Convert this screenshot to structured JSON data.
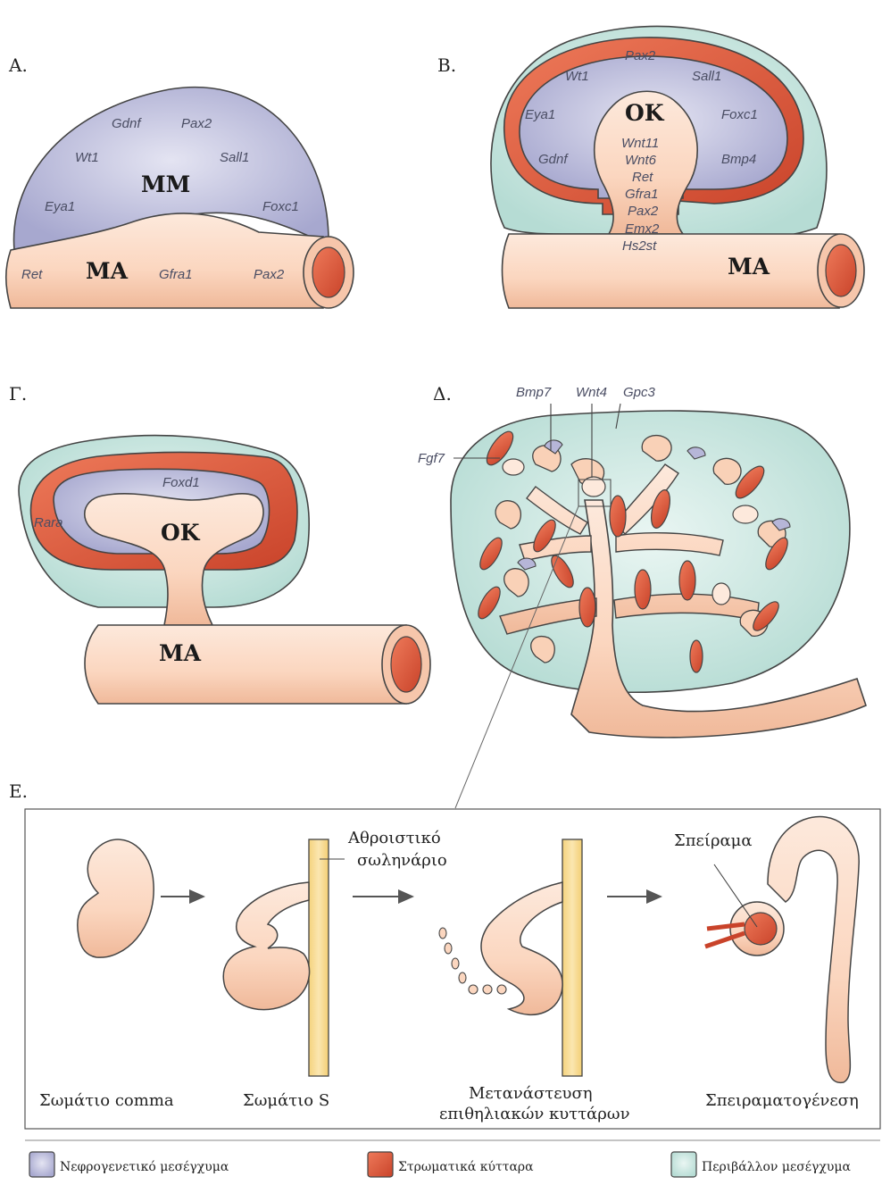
{
  "colors": {
    "metanephric_mesenchyme": "#b6b6d8",
    "stromal_cells": "#e0573a",
    "surrounding_mesenchyme": "#c8e6e0",
    "duct": "#fbd7c0",
    "collecting_duct": "#f8dc94"
  },
  "panels": {
    "a": {
      "letter": "A.",
      "mm_label": "MM",
      "ma_label": "MA",
      "mm_genes": [
        "Gdnf",
        "Pax2",
        "Wt1",
        "Sall1",
        "Eya1",
        "Foxc1"
      ],
      "ma_genes": [
        "Ret",
        "Gfra1",
        "Pax2"
      ]
    },
    "b": {
      "letter": "B.",
      "ok_label": "OK",
      "ma_label": "MA",
      "cap_genes": [
        "Pax2",
        "Wt1",
        "Sall1",
        "Eya1",
        "Foxc1",
        "Gdnf",
        "Bmp4"
      ],
      "stalk_genes": [
        "Wnt11",
        "Wnt6",
        "Ret",
        "Gfra1",
        "Pax2",
        "Emx2",
        "Hs2st"
      ]
    },
    "c": {
      "letter": "Γ.",
      "ok_label": "OK",
      "ma_label": "MA",
      "genes": [
        "Foxd1",
        "Rara"
      ]
    },
    "d": {
      "letter": "Δ.",
      "genes": [
        "Bmp7",
        "Wnt4",
        "Gpc3",
        "Fgf7"
      ]
    },
    "e": {
      "letter": "E.",
      "collecting_duct_label": [
        "Αθροιστικό",
        "σωληνάριο"
      ],
      "glomerulus_label": "Σπείραμα",
      "stages": [
        {
          "caption": [
            "Σωμάτιο comma"
          ]
        },
        {
          "caption": [
            "Σωμάτιο S"
          ]
        },
        {
          "caption": [
            "Μετανάστευση",
            "επιθηλιακών κυττάρων"
          ]
        },
        {
          "caption": [
            "Σπειραματογένεση"
          ]
        }
      ]
    }
  },
  "legend": [
    {
      "label": "Νεφρογενετικό μεσέγχυμα",
      "color": "#b6b6d8"
    },
    {
      "label": "Στρωματικά κύτταρα",
      "color": "#e0573a"
    },
    {
      "label": "Περιβάλλον μεσέγχυμα",
      "color": "#c8e6e0"
    }
  ]
}
